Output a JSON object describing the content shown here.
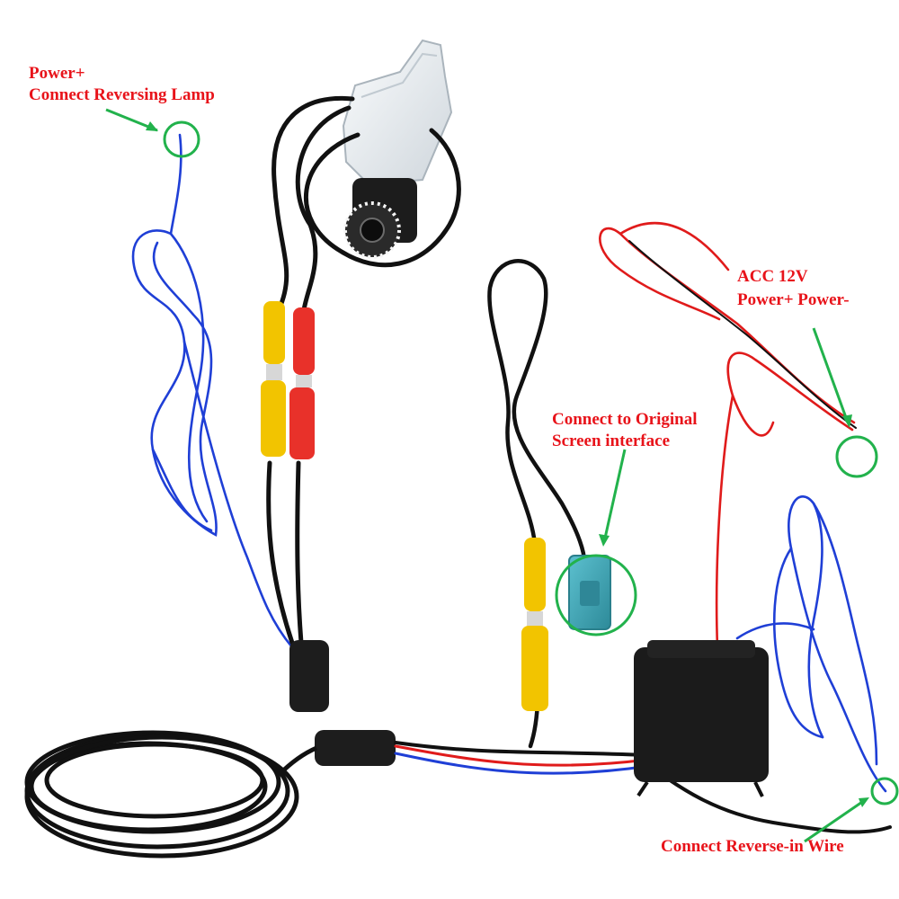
{
  "labels": {
    "reversing_lamp_line1": "Power+",
    "reversing_lamp_line2": "Connect Reversing Lamp",
    "acc_line1": "ACC 12V",
    "acc_line2": "Power+  Power-",
    "screen_line1": "Connect to Original",
    "screen_line2": "Screen interface",
    "reverse_in": "Connect Reverse-in Wire"
  },
  "colors": {
    "label_text": "#e8131a",
    "callout": "#22b24c",
    "black_cable": "#111111",
    "blue_wire": "#1f3fd6",
    "red_wire": "#e01b1b",
    "yellow_rca": "#f2c400",
    "red_rca": "#e8312a",
    "connector_teal": "#3fa3b3",
    "camera_housing": "#e9eef2"
  }
}
